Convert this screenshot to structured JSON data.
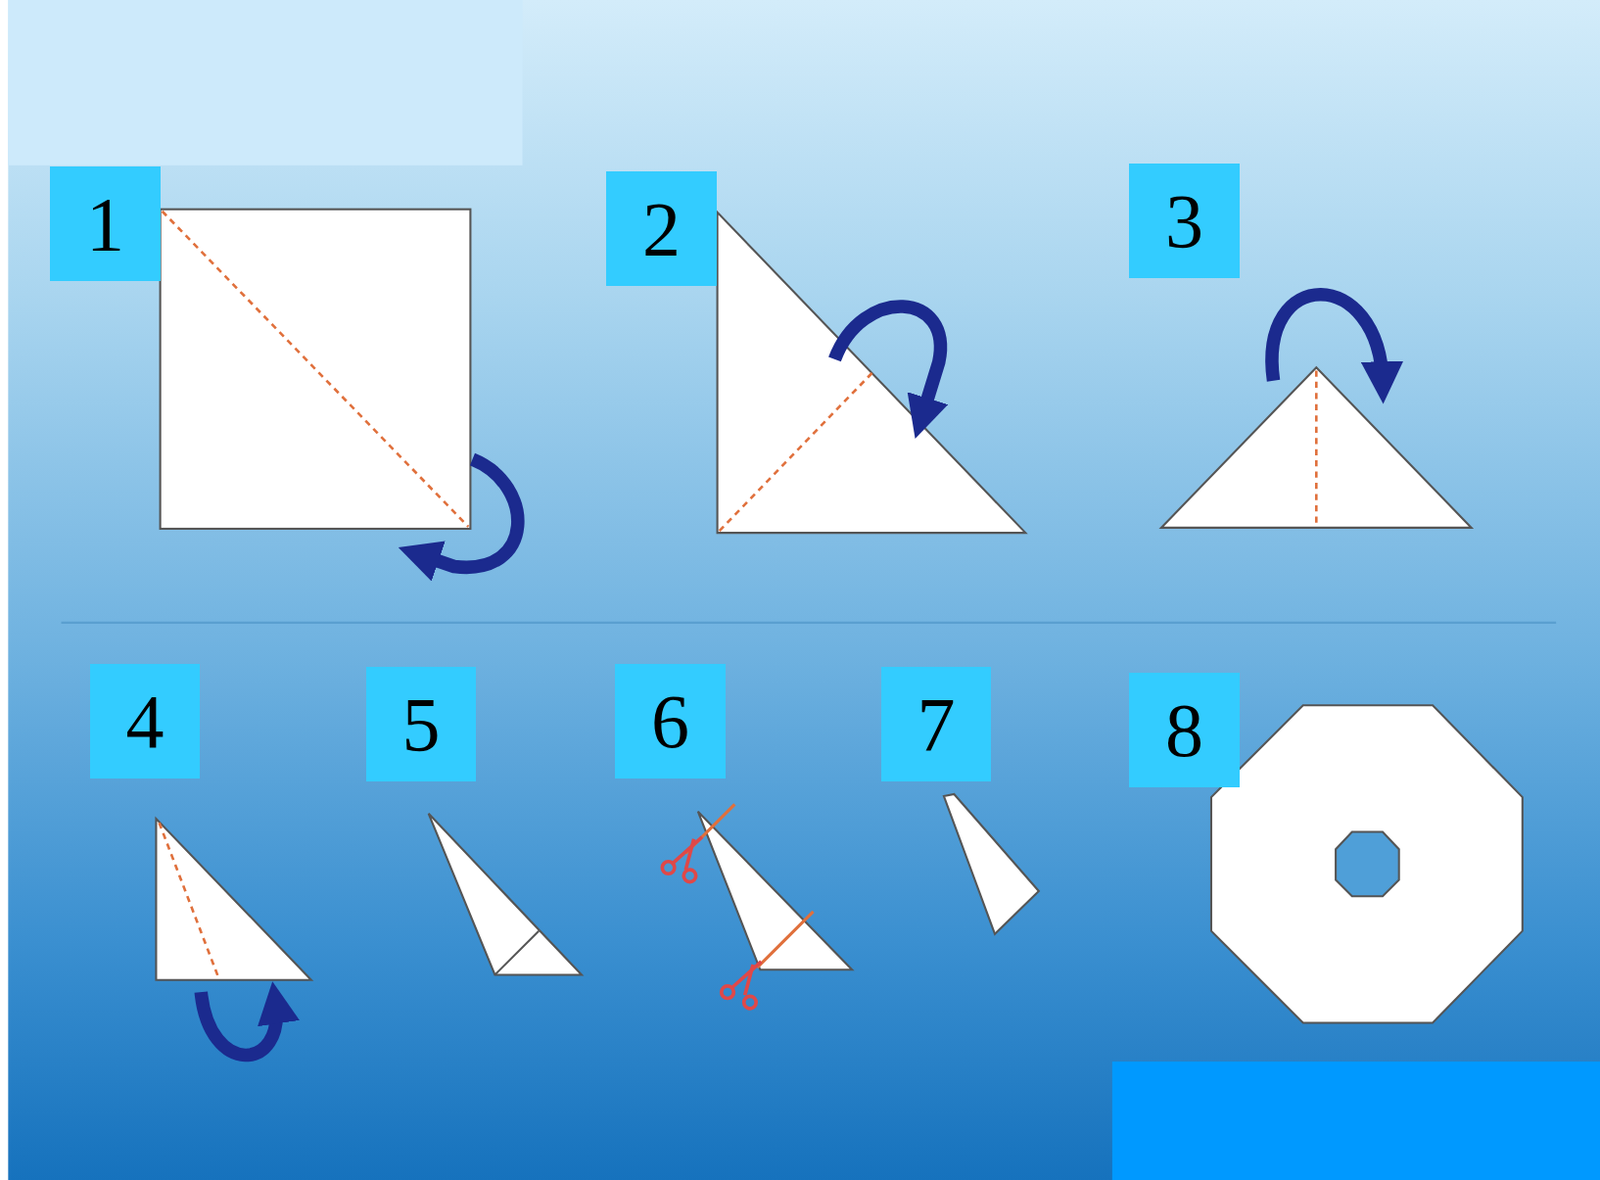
{
  "diagram": {
    "nodes": [
      {
        "text": [
          "1"
        ]
      },
      {
        "text": [
          "2"
        ]
      },
      {
        "text": [
          "3"
        ]
      },
      {
        "text": [
          "4"
        ]
      },
      {
        "text": [
          "5"
        ]
      },
      {
        "text": [
          "6"
        ]
      },
      {
        "text": [
          "7"
        ]
      },
      {
        "text": [
          "8"
        ]
      }
    ]
  }
}
